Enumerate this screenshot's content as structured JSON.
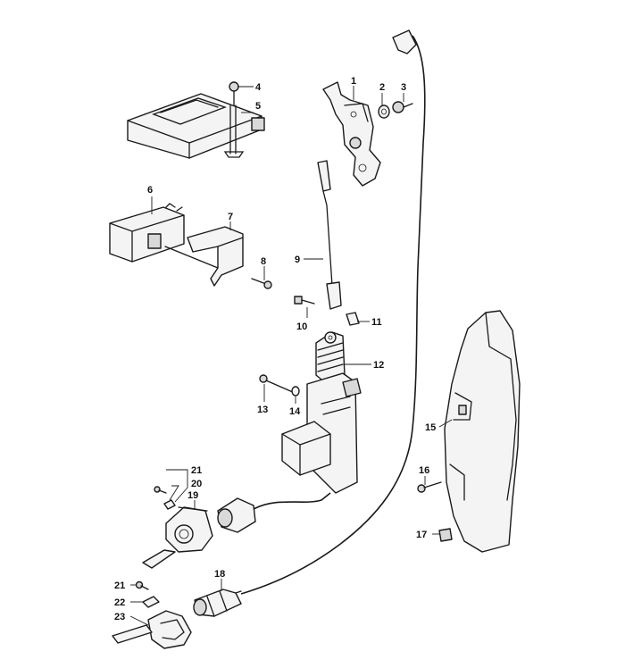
{
  "diagram": {
    "callouts": [
      "1",
      "2",
      "3",
      "4",
      "5",
      "6",
      "7",
      "8",
      "9",
      "10",
      "11",
      "12",
      "13",
      "14",
      "15",
      "16",
      "17",
      "18",
      "19",
      "20",
      "21",
      "20",
      "21",
      "22",
      "23"
    ]
  }
}
